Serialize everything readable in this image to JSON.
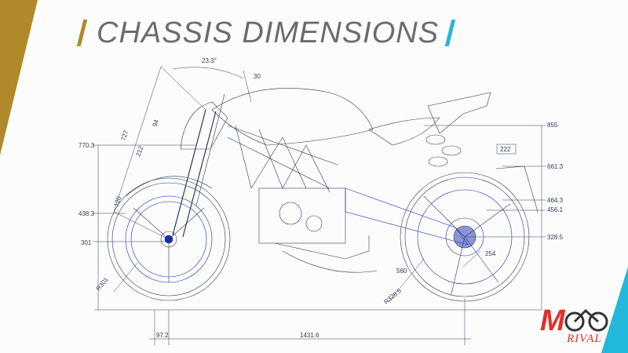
{
  "title": "CHASSIS DIMENSIONS",
  "colors": {
    "gold": "#b08a2a",
    "cyan": "#22b8dc",
    "title": "#6b6b6b",
    "line": "#2c3a55",
    "accent": "#1a2bb0",
    "logo_red": "#e0302a",
    "logo_dark": "#333333"
  },
  "dimensions": {
    "angle_rake": "23.3°",
    "angle_small": "30",
    "d94": "94",
    "d727": "727",
    "d212": "212",
    "d120": "120",
    "d770": "770.3",
    "d438": "438.3",
    "d301": "301",
    "r301": "R301",
    "d855": "855",
    "d222": "222",
    "d661": "661.3",
    "d464": "464.3",
    "d456": "456.1",
    "d328": "328.5",
    "d560": "560",
    "r328": "R328.5",
    "d254": "254",
    "d97": "97.2",
    "wheelbase": "1431.6"
  },
  "logo": {
    "letter": "M",
    "word": "RIVAL"
  }
}
